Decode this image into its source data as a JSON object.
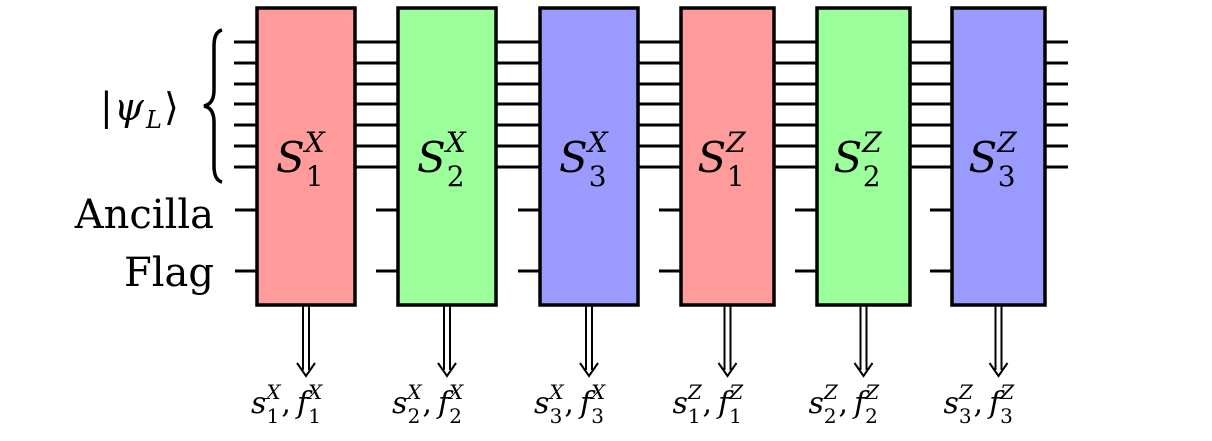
{
  "labels": {
    "psi_open": "|",
    "psi_symbol": "ψ",
    "psi_subscript": "L",
    "psi_close": "⟩",
    "ancilla": "Ancilla",
    "flag": "Flag"
  },
  "stabilizers": [
    {
      "base": "S",
      "sup": "X",
      "sub": "1",
      "out_s": "s",
      "out_f": "f",
      "out_sep": ",",
      "fill": "#ff9b9b"
    },
    {
      "base": "S",
      "sup": "X",
      "sub": "2",
      "out_s": "s",
      "out_f": "f",
      "out_sep": ",",
      "fill": "#9bff9b"
    },
    {
      "base": "S",
      "sup": "X",
      "sub": "3",
      "out_s": "s",
      "out_f": "f",
      "out_sep": ",",
      "fill": "#9b9bff"
    },
    {
      "base": "S",
      "sup": "Z",
      "sub": "1",
      "out_s": "s",
      "out_f": "f",
      "out_sep": ",",
      "fill": "#ff9b9b"
    },
    {
      "base": "S",
      "sup": "Z",
      "sub": "2",
      "out_s": "s",
      "out_f": "f",
      "out_sep": ",",
      "fill": "#9bff9b"
    },
    {
      "base": "S",
      "sup": "Z",
      "sub": "3",
      "out_s": "s",
      "out_f": "f",
      "out_sep": ",",
      "fill": "#9b9bff"
    }
  ],
  "colors": {
    "line": "#000000",
    "red": "#ff9b9b",
    "green": "#9bff9b",
    "blue": "#9b9bff"
  }
}
